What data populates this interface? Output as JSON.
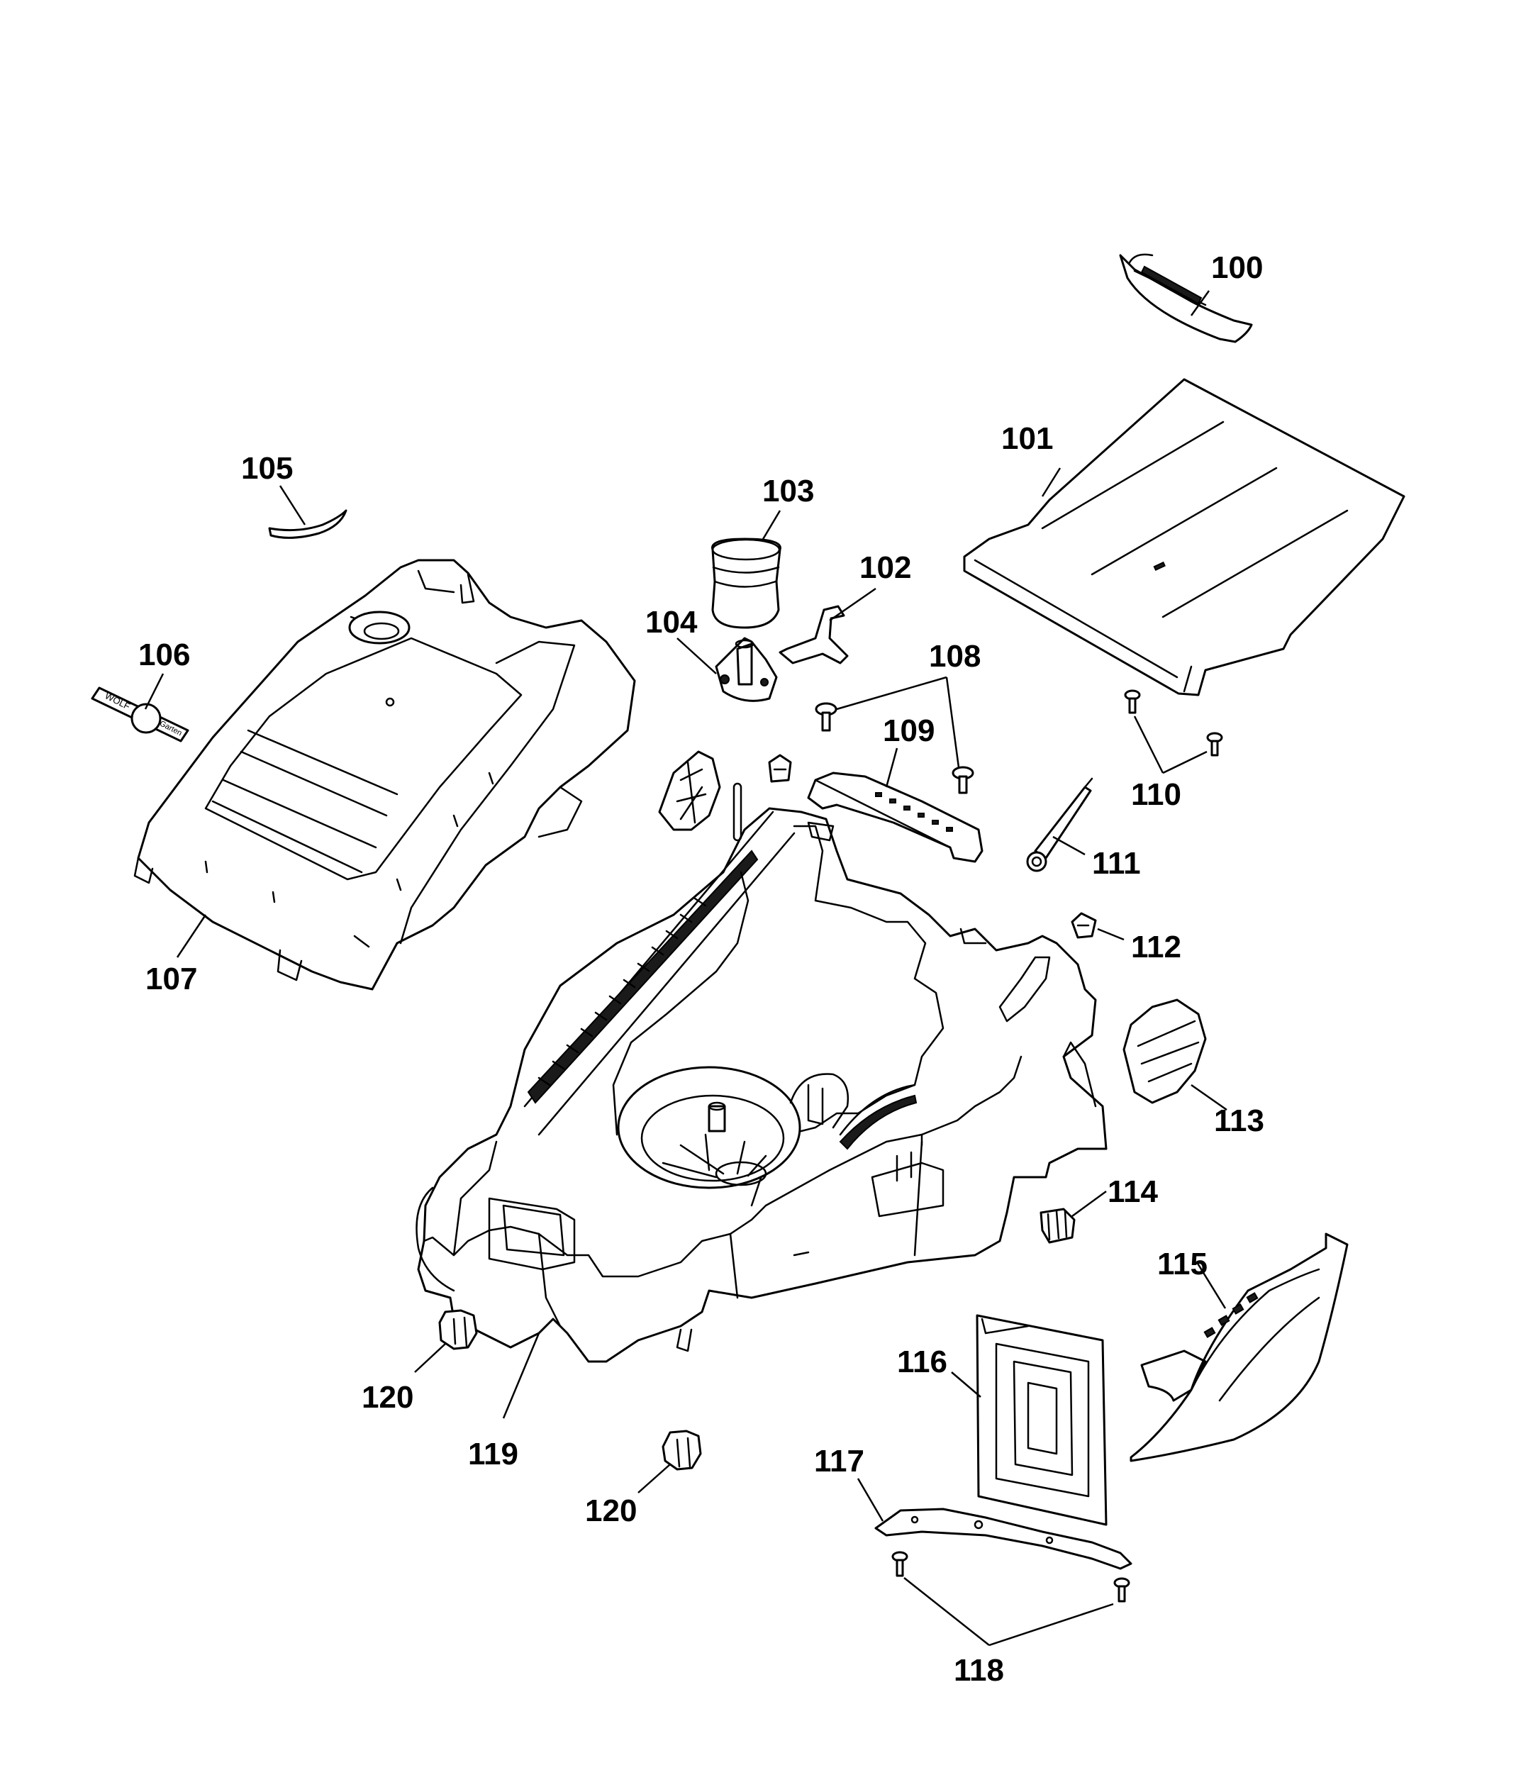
{
  "callouts": {
    "c100": "100",
    "c101": "101",
    "c102": "102",
    "c103": "103",
    "c104": "104",
    "c105": "105",
    "c106": "106",
    "c107": "107",
    "c108": "108",
    "c109": "109",
    "c110": "110",
    "c111": "111",
    "c112": "112",
    "c113": "113",
    "c114": "114",
    "c115": "115",
    "c116": "116",
    "c117": "117",
    "c118": "118",
    "c119": "119",
    "c120a": "120",
    "c120b": "120"
  },
  "logo_badge": {
    "left_text": "WOLF",
    "right_text": "Garten"
  }
}
